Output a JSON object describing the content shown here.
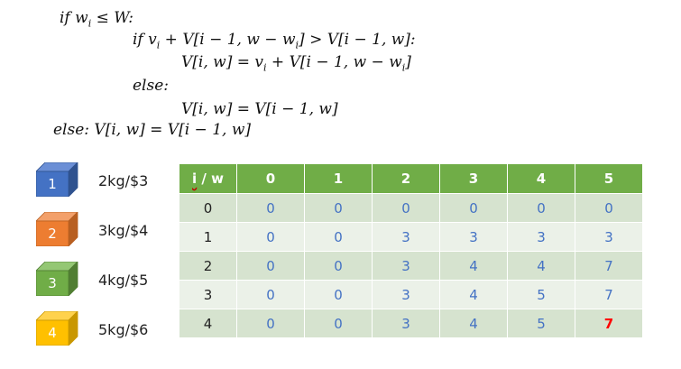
{
  "formula": {
    "line1": {
      "text_a": "if ",
      "w": "w",
      "sub_i": "i",
      "rest": " ≤ W:"
    },
    "line2": {
      "text_a": "if ",
      "v": "v",
      "sub_i1": "i",
      "mid": " + V[i − 1, w − w",
      "sub_i2": "i",
      "rest": "] > V[i − 1, w]:"
    },
    "line3": {
      "text_a": "V[i, w] =  v",
      "sub_i1": "i",
      "mid": " + V[i − 1, w − w",
      "sub_i2": "i",
      "rest": "]"
    },
    "line4": {
      "text": "else:"
    },
    "line5": {
      "text": "V[i, w] = V[i − 1, w]"
    },
    "line6": {
      "text": "else: V[i, w] = V[i − 1, w]"
    }
  },
  "items": [
    {
      "number": "1",
      "label": "2kg/$3",
      "color": "#4472c4",
      "color_dark": "#2f528f",
      "color_light": "#6b8fd6"
    },
    {
      "number": "2",
      "label": "3kg/$4",
      "color": "#ed7d31",
      "color_dark": "#b85f21",
      "color_light": "#f3a06a"
    },
    {
      "number": "3",
      "label": "4kg/$5",
      "color": "#70ad47",
      "color_dark": "#507e32",
      "color_light": "#94c774"
    },
    {
      "number": "4",
      "label": "5kg/$6",
      "color": "#ffc000",
      "color_dark": "#c99700",
      "color_light": "#ffd24d"
    }
  ],
  "table": {
    "corner_i": "i",
    "corner_rest": " / w",
    "columns": [
      "0",
      "1",
      "2",
      "3",
      "4",
      "5"
    ],
    "rows": [
      {
        "i": "0",
        "values": [
          "0",
          "0",
          "0",
          "0",
          "0",
          "0"
        ]
      },
      {
        "i": "1",
        "values": [
          "0",
          "0",
          "3",
          "3",
          "3",
          "3"
        ]
      },
      {
        "i": "2",
        "values": [
          "0",
          "0",
          "3",
          "4",
          "4",
          "7"
        ]
      },
      {
        "i": "3",
        "values": [
          "0",
          "0",
          "3",
          "4",
          "5",
          "7"
        ]
      },
      {
        "i": "4",
        "values": [
          "0",
          "0",
          "3",
          "4",
          "5",
          "7"
        ]
      }
    ],
    "highlight": {
      "row": 4,
      "col": 5,
      "color": "#ff0000"
    },
    "header_color": "#70ad47",
    "value_color": "#4472c4"
  }
}
